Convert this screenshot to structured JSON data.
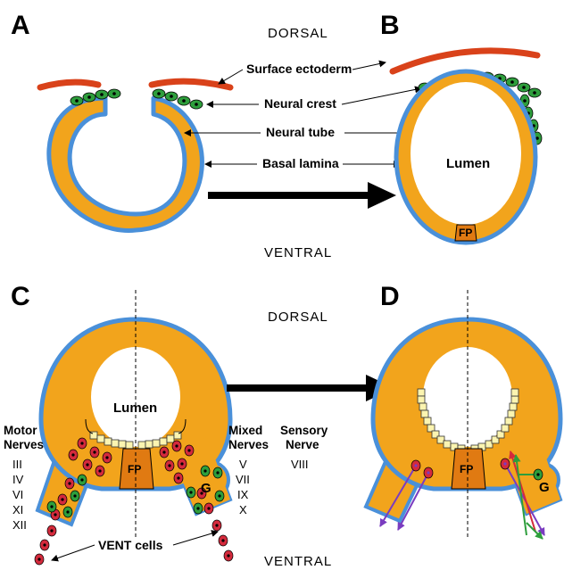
{
  "panels": {
    "a": "A",
    "b": "B",
    "c": "C",
    "d": "D"
  },
  "axis": {
    "dorsal_top": "DORSAL",
    "ventral_top": "VENTRAL",
    "dorsal_bottom": "DORSAL",
    "ventral_bottom": "VENTRAL"
  },
  "callouts": {
    "surface_ectoderm": "Surface ectoderm",
    "neural_crest": "Neural crest",
    "neural_tube": "Neural tube",
    "basal_lamina": "Basal lamina",
    "vent_cells": "VENT cells"
  },
  "structures": {
    "lumen_b": "Lumen",
    "lumen_c": "Lumen",
    "floor_plate_b": "FP",
    "floor_plate_c": "FP",
    "floor_plate_d": "FP",
    "ganglion_c": "G",
    "ganglion_d": "G"
  },
  "nerves": {
    "motor": {
      "title_line1": "Motor",
      "title_line2": "Nerves",
      "items": [
        "III",
        "IV",
        "VI",
        "XI",
        "XII"
      ]
    },
    "mixed": {
      "title_line1": "Mixed",
      "title_line2": "Nerves",
      "items": [
        "V",
        "VII",
        "IX",
        "X"
      ]
    },
    "sensory": {
      "title_line1": "Sensory",
      "title_line2": "Nerve",
      "items": [
        "VIII"
      ]
    }
  },
  "colors": {
    "neural_tube": "#f2a41c",
    "basal_lamina": "#4a90d9",
    "surface_ectoderm": "#d9421a",
    "neural_crest": "#2e9e3c",
    "vent_cells": "#d42a3c",
    "floor_plate": "#e07a12",
    "ependymal": "#fbf4b0",
    "motor_axon": "#7a3cc0",
    "sensory_axon": "#2e9e3c"
  }
}
